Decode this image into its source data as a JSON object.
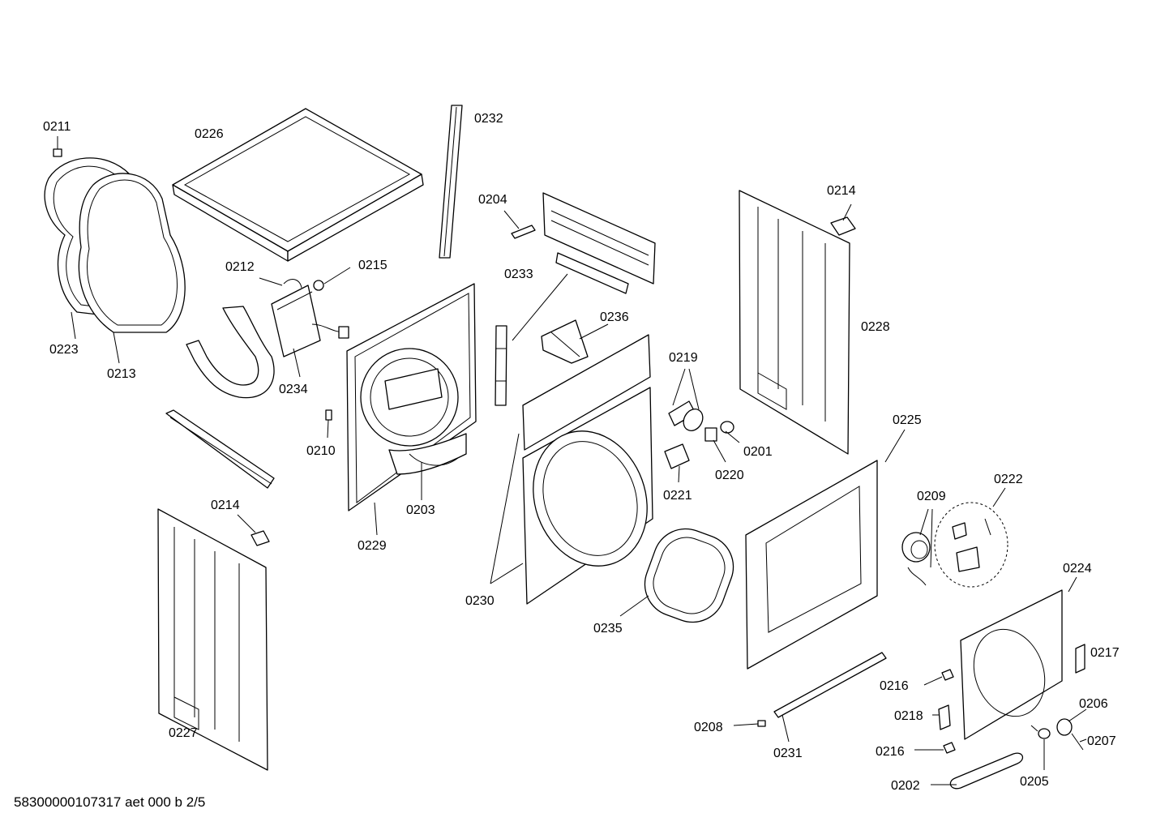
{
  "callouts": {
    "c0201": "0201",
    "c0202": "0202",
    "c0203": "0203",
    "c0204": "0204",
    "c0205": "0205",
    "c0206": "0206",
    "c0207": "0207",
    "c0208": "0208",
    "c0209": "0209",
    "c0210": "0210",
    "c0211": "0211",
    "c0212": "0212",
    "c0213": "0213",
    "c0214a": "0214",
    "c0214b": "0214",
    "c0215": "0215",
    "c0216a": "0216",
    "c0216b": "0216",
    "c0217": "0217",
    "c0218": "0218",
    "c0219": "0219",
    "c0220": "0220",
    "c0221": "0221",
    "c0222": "0222",
    "c0223": "0223",
    "c0224": "0224",
    "c0225": "0225",
    "c0226": "0226",
    "c0227": "0227",
    "c0228": "0228",
    "c0229": "0229",
    "c0230": "0230",
    "c0231": "0231",
    "c0232": "0232",
    "c0233": "0233",
    "c0234": "0234",
    "c0235": "0235",
    "c0236": "0236"
  },
  "footer": {
    "doc_id": "58300000107317 aet 000 b 2/5"
  }
}
